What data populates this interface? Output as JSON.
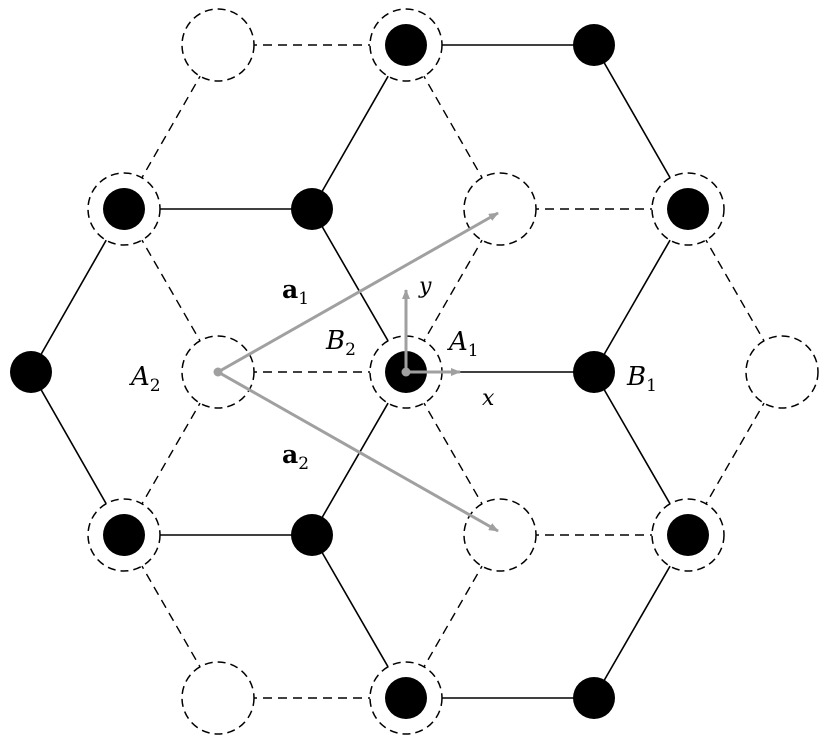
{
  "diagram": {
    "labels": {
      "A1": {
        "main": "A",
        "sub": "1"
      },
      "A2": {
        "main": "A",
        "sub": "2"
      },
      "B1": {
        "main": "B",
        "sub": "1"
      },
      "B2": {
        "main": "B",
        "sub": "2"
      },
      "a1": {
        "main": "a",
        "sub": "1"
      },
      "a2": {
        "main": "a",
        "sub": "2"
      },
      "x_axis": "x",
      "y_axis": "y"
    },
    "colors": {
      "solid_site": "#000000",
      "line": "#000000",
      "vector": "#a0a0a0"
    }
  }
}
